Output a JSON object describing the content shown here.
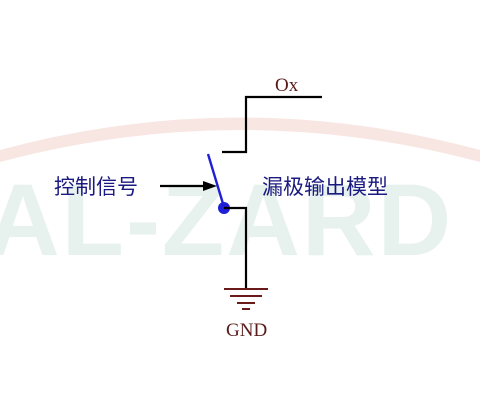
{
  "watermark": {
    "text": "AL-ZARD",
    "color": "#e7f1ee",
    "arc_color": "#f8e6e3"
  },
  "labels": {
    "output": "Ox",
    "control": "控制信号",
    "model": "漏极输出模型",
    "ground": "GND"
  },
  "colors": {
    "wire": "#000000",
    "switch": "#1f1fd8",
    "output_label": "#5a1a1a",
    "ground": "#6b1a1a",
    "text": "#1a1a80"
  }
}
